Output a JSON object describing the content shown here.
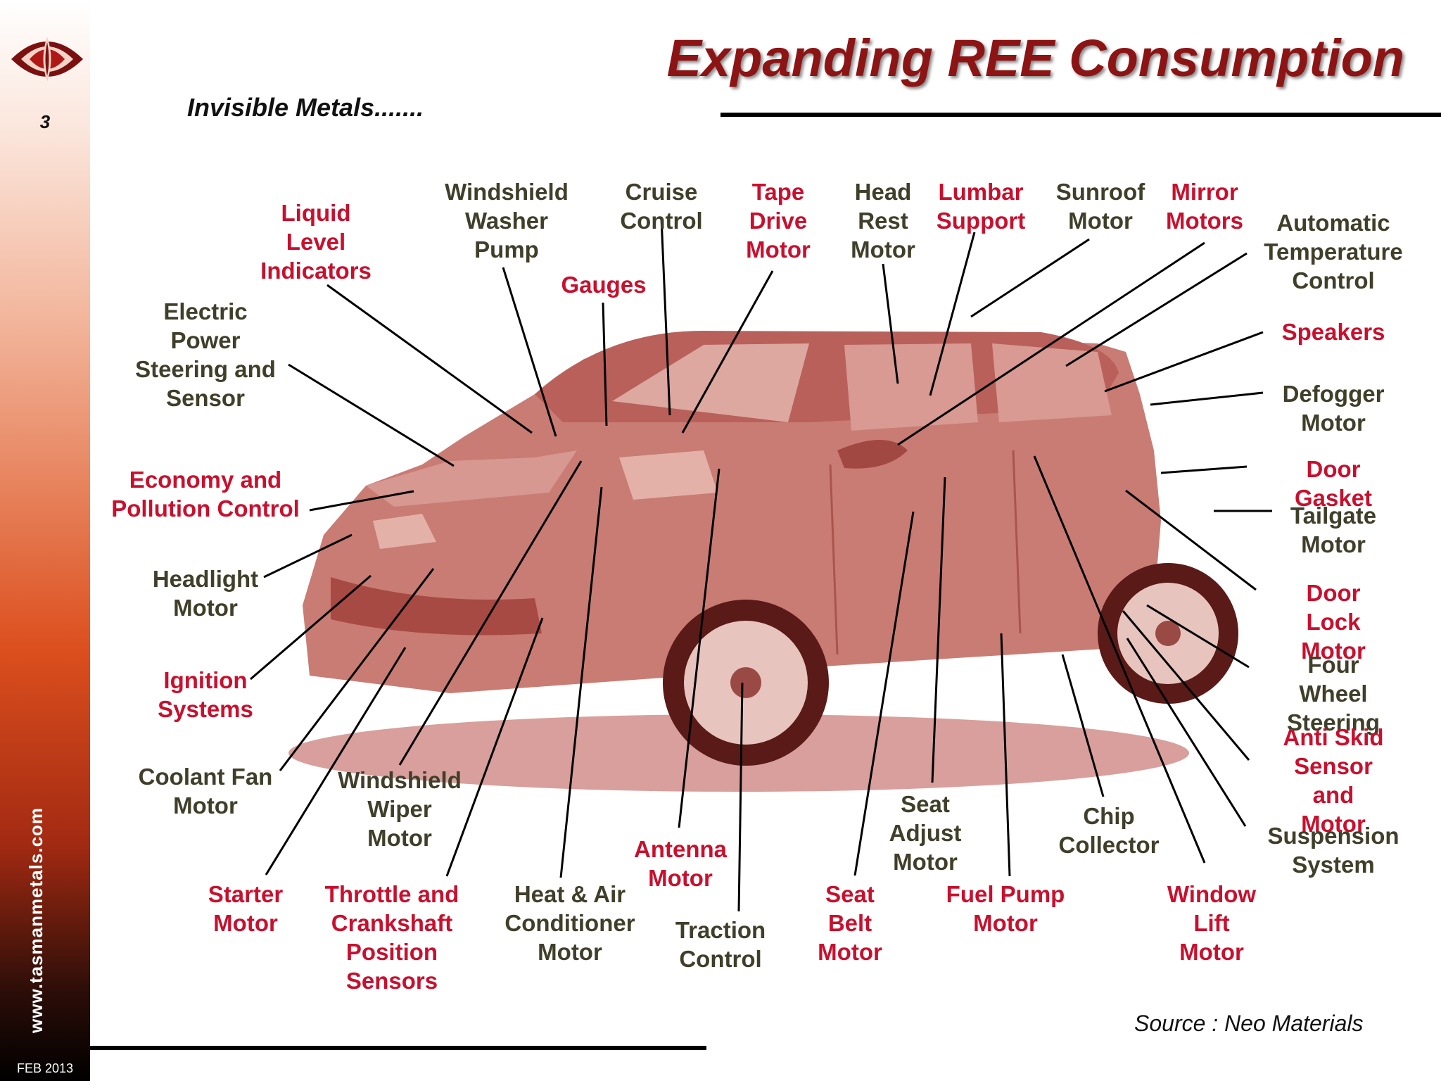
{
  "slide": {
    "page_number": "3",
    "title": "Expanding REE Consumption",
    "subtitle": "Invisible Metals.......",
    "website": "www.tasmanmetals.com",
    "date": "FEB 2013",
    "source": "Source : Neo Materials"
  },
  "colors": {
    "title": "#8c1414",
    "highlight_label": "#c8102e",
    "label": "#3f3f2a",
    "car": "#c47a72"
  },
  "icons": {
    "logo": "tasman-logo-icon"
  },
  "labels": {
    "liquid_level": "Liquid\nLevel\nIndicators",
    "windshield_washer": "Windshield\nWasher\nPump",
    "cruise_control": "Cruise\nControl",
    "tape_drive": "Tape\nDrive\nMotor",
    "head_rest": "Head\nRest\nMotor",
    "lumbar_support": "Lumbar\nSupport",
    "sunroof": "Sunroof\nMotor",
    "mirror_motors": "Mirror\nMotors",
    "auto_temp": "Automatic\nTemperature\nControl",
    "gauges": "Gauges",
    "electric_power_steering": "Electric\nPower\nSteering and\nSensor",
    "speakers": "Speakers",
    "defogger": "Defogger\nMotor",
    "door_gasket": "Door Gasket",
    "economy_pollution": "Economy and\nPollution Control",
    "tailgate": "Tailgate\nMotor",
    "headlight": "Headlight\nMotor",
    "door_lock": "Door Lock\nMotor",
    "four_wheel": "Four Wheel\nSteering",
    "ignition": "Ignition\nSystems",
    "anti_skid": "Anti Skid\nSensor and\nMotor",
    "coolant_fan": "Coolant Fan\nMotor",
    "windshield_wiper": "Windshield\nWiper\nMotor",
    "suspension": "Suspension\nSystem",
    "seat_adjust": "Seat\nAdjust\nMotor",
    "chip_collector": "Chip\nCollector",
    "antenna": "Antenna\nMotor",
    "starter": "Starter\nMotor",
    "throttle": "Throttle and\nCrankshaft\nPosition\nSensors",
    "heat_air": "Heat & Air\nConditioner\nMotor",
    "traction": "Traction\nControl",
    "seat_belt": "Seat\nBelt\nMotor",
    "fuel_pump": "Fuel Pump\nMotor",
    "window_lift": "Window\nLift\nMotor"
  }
}
